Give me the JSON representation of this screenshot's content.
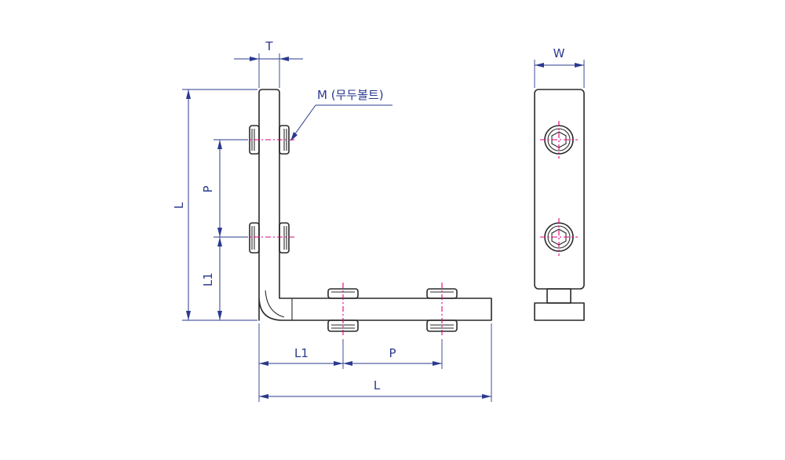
{
  "labels": {
    "T": "T",
    "W": "W",
    "L_vertical": "L",
    "P_vertical": "P",
    "L1_vertical": "L1",
    "L1_horizontal": "L1",
    "P_horizontal": "P",
    "L_horizontal": "L",
    "bolt_callout": "M (무두볼트)"
  },
  "colors": {
    "part_outline": "#2a2a2a",
    "dimension": "#2b3a8f",
    "centerline": "#e6007e"
  }
}
